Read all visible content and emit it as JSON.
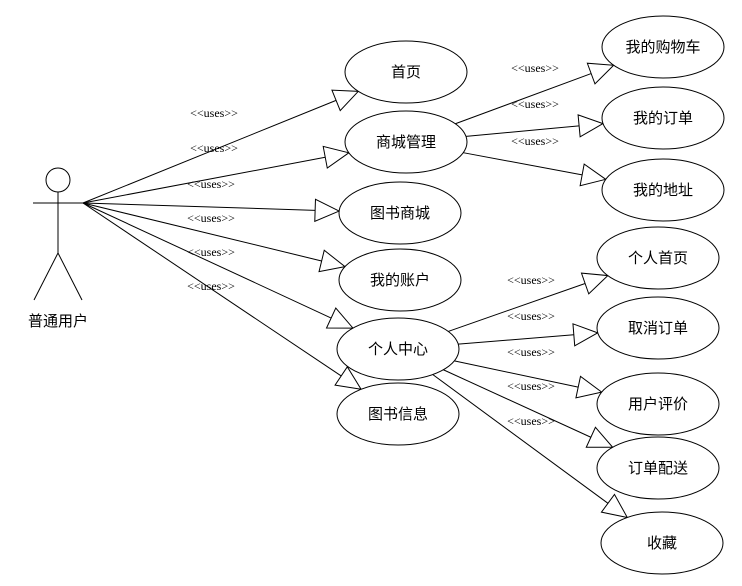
{
  "actor": {
    "name": "普通用户"
  },
  "relation_label": "<<uses>>",
  "use_cases": {
    "home": "首页",
    "mall_manage": "商城管理",
    "book_mall": "图书商城",
    "my_account": "我的账户",
    "personal_center": "个人中心",
    "book_info": "图书信息",
    "my_cart": "我的购物车",
    "my_orders": "我的订单",
    "my_address": "我的地址",
    "personal_home": "个人首页",
    "cancel_order": "取消订单",
    "user_review": "用户评价",
    "order_delivery": "订单配送",
    "favorites": "收藏"
  },
  "edges": [
    {
      "from": "actor",
      "to": "home"
    },
    {
      "from": "actor",
      "to": "mall_manage"
    },
    {
      "from": "actor",
      "to": "book_mall"
    },
    {
      "from": "actor",
      "to": "my_account"
    },
    {
      "from": "actor",
      "to": "personal_center"
    },
    {
      "from": "actor",
      "to": "book_info"
    },
    {
      "from": "mall_manage",
      "to": "my_cart"
    },
    {
      "from": "mall_manage",
      "to": "my_orders"
    },
    {
      "from": "mall_manage",
      "to": "my_address"
    },
    {
      "from": "personal_center",
      "to": "personal_home"
    },
    {
      "from": "personal_center",
      "to": "cancel_order"
    },
    {
      "from": "personal_center",
      "to": "user_review"
    },
    {
      "from": "personal_center",
      "to": "order_delivery"
    },
    {
      "from": "personal_center",
      "to": "favorites"
    }
  ]
}
